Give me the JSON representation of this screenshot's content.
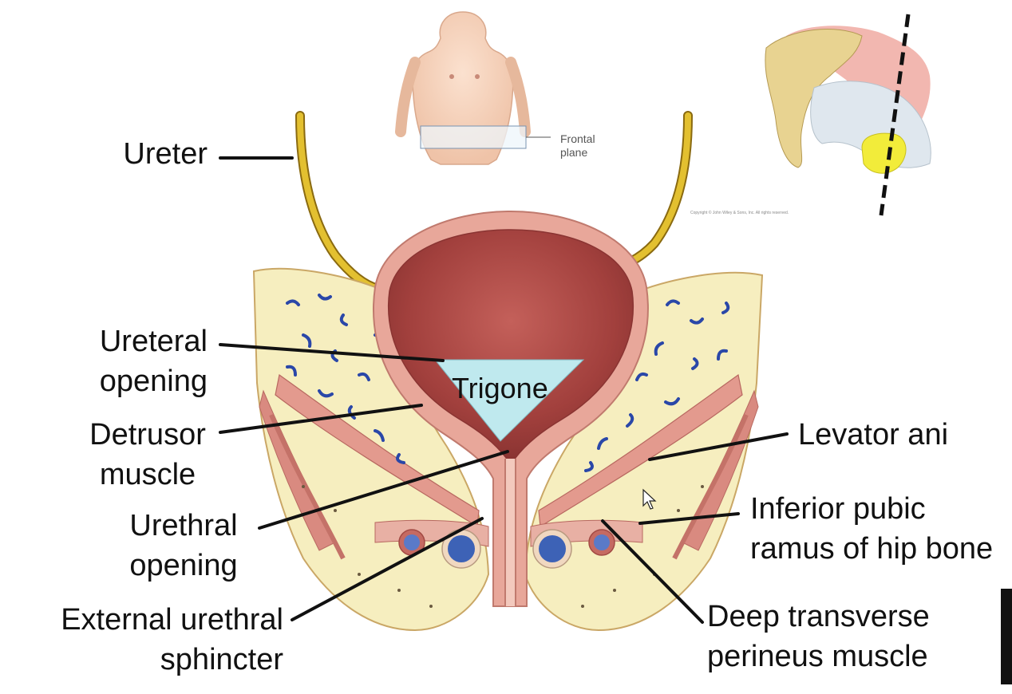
{
  "labels": {
    "ureter": "Ureter",
    "ureteral_opening": [
      "Ureteral",
      "opening"
    ],
    "detrusor_muscle": [
      "Detrusor",
      "muscle"
    ],
    "urethral_opening": [
      "Urethral",
      "opening"
    ],
    "external_urethral_sphincter": [
      "External urethral",
      "sphincter"
    ],
    "levator_ani": "Levator ani",
    "inferior_pubic_ramus": [
      "Inferior pubic",
      "ramus of hip bone"
    ],
    "deep_transverse_perineus": [
      "Deep transverse",
      "perineus muscle"
    ],
    "trigone": "Trigone"
  },
  "inset": {
    "frontal_plane_label": [
      "Frontal",
      "plane"
    ],
    "copyright": "Copyright © John Wiley & Sons, Inc. All rights reserved."
  },
  "colors": {
    "ureter": "#e3c030",
    "bladder_interior": "#b14a45",
    "bladder_wall": "#e8a79a",
    "bone": "#f6eebf",
    "trigone": "#bfe9ee",
    "muscle": "#d98a80",
    "vessel": "#2a47a8"
  },
  "icons": [
    "mouse-cursor-icon"
  ]
}
